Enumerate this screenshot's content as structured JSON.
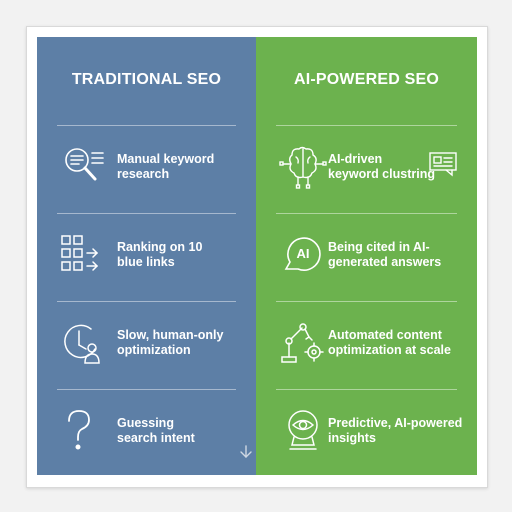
{
  "left": {
    "title": "TRADITIONAL SEO",
    "items": [
      {
        "icon": "search-magnifier-icon",
        "label_line1": "Manual keyword",
        "label_line2": "research"
      },
      {
        "icon": "grid-arrows-icon",
        "label_line1": "Ranking on 10",
        "label_line2": "blue links"
      },
      {
        "icon": "clock-person-icon",
        "label_line1": "Slow, human-only",
        "label_line2": "optimization"
      },
      {
        "icon": "question-mark-icon",
        "label_line1": "Guessing",
        "label_line2": "search intent"
      }
    ]
  },
  "right": {
    "title": "AI-POWERED SEO",
    "items": [
      {
        "icon": "brain-circuit-icon",
        "label_line1": "AI-driven",
        "label_line2": "keyword clustring"
      },
      {
        "icon": "ai-speech-bubble-icon",
        "icon_text": "AI",
        "label_line1": "Being cited in AI-",
        "label_line2": "generated answers"
      },
      {
        "icon": "robot-arm-gear-icon",
        "label_line1": "Automated content",
        "label_line2": "optimization at scale"
      },
      {
        "icon": "eye-crystal-ball-icon",
        "label_line1": "Predictive, AI-powered",
        "label_line2": "insights"
      }
    ]
  },
  "colors": {
    "left_panel": "#5d7fa6",
    "right_panel": "#6cb24e",
    "text": "#ffffff"
  }
}
